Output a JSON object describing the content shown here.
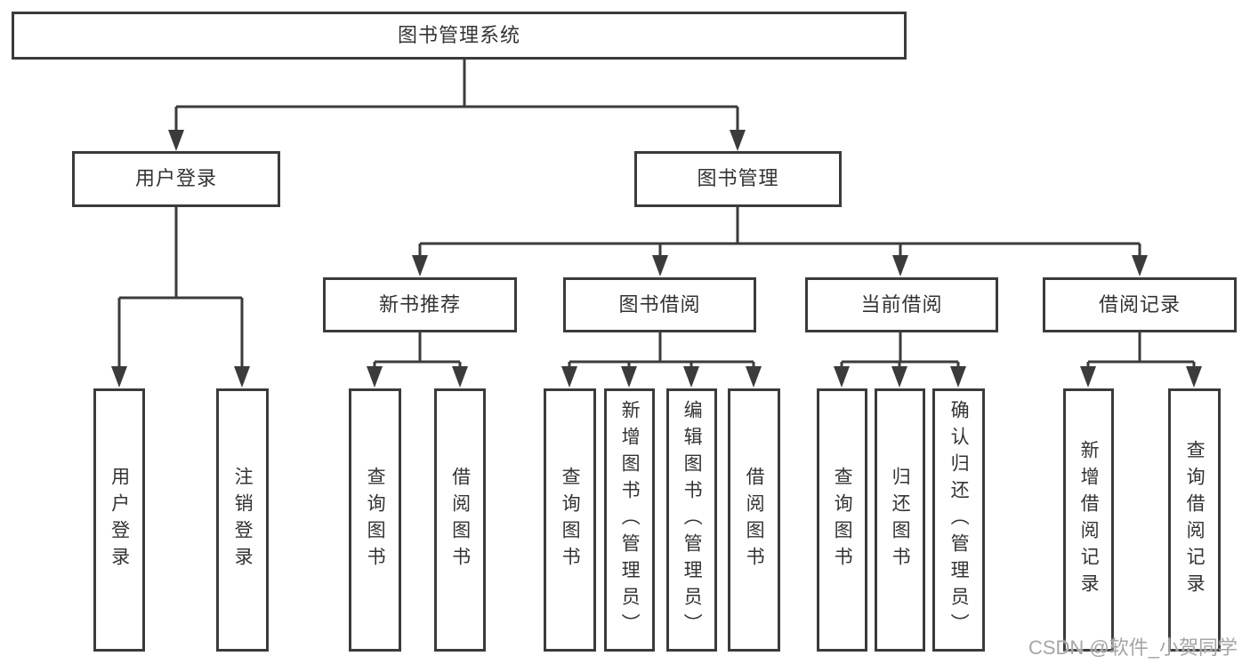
{
  "nodes": {
    "root": "图书管理系统",
    "user_login": "用户登录",
    "book_management": "图书管理",
    "new_book_recommend": "新书推荐",
    "book_borrow": "图书借阅",
    "current_borrow": "当前借阅",
    "borrow_records": "借阅记录",
    "leaf_user_login": "用户登录",
    "leaf_logout": "注销登录",
    "leaf_nbr_query_books": "查询图书",
    "leaf_nbr_borrow_books": "借阅图书",
    "leaf_bb_query_books": "查询图书",
    "leaf_bb_add_books": "新增图书（管理员）",
    "leaf_bb_edit_books": "编辑图书（管理员）",
    "leaf_bb_borrow_books": "借阅图书",
    "leaf_cb_query_books": "查询图书",
    "leaf_cb_return_books": "归还图书",
    "leaf_cb_confirm_return": "确认归还（管理员）",
    "leaf_br_add_record": "新增借阅记录",
    "leaf_br_query_record": "查询借阅记录"
  },
  "watermark": "CSDN @软件_小贺同学",
  "colors": {
    "line": "#3b3b3b",
    "text": "#333333",
    "watermark": "#a5a5a5",
    "background": "#ffffff"
  }
}
